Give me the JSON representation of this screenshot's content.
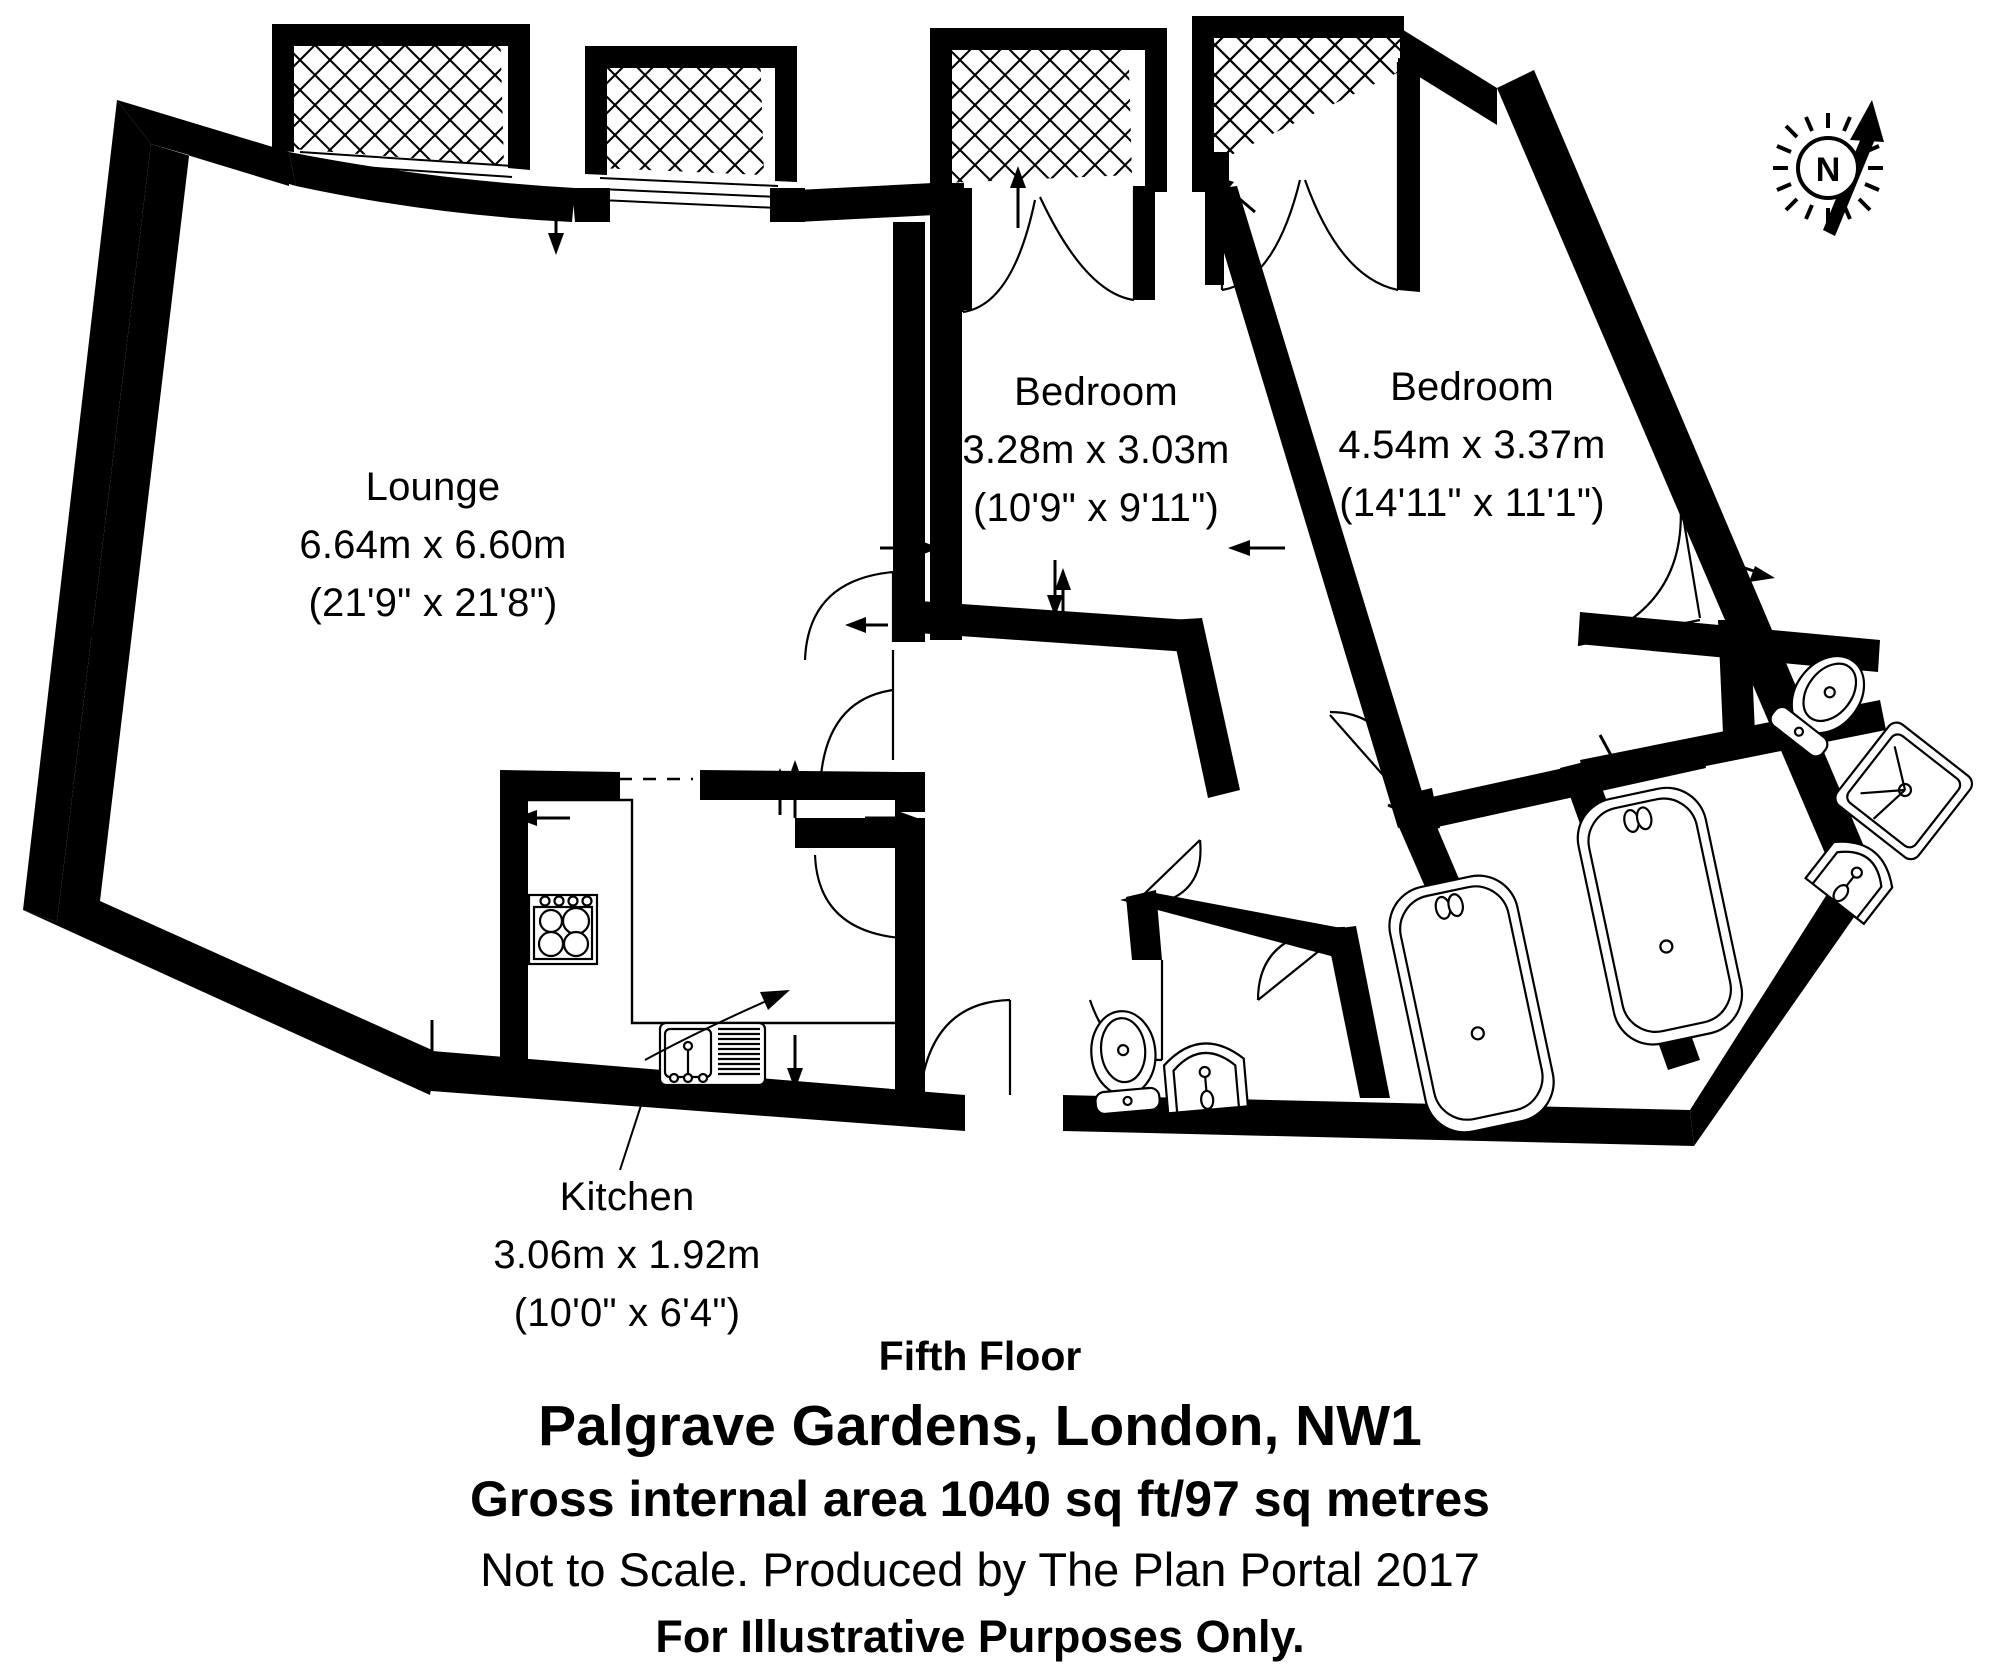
{
  "document": {
    "type": "floor-plan",
    "floor": "Fifth Floor",
    "address": "Palgrave Gardens, London, NW1",
    "area": "Gross internal area 1040 sq ft/97 sq metres",
    "scale_note": "Not to Scale. Produced by The Plan Portal 2017",
    "disclaimer": "For Illustrative Purposes Only."
  },
  "compass": {
    "label": "N",
    "name": "north-arrow"
  },
  "rooms": [
    {
      "id": "lounge",
      "name": "Lounge",
      "metric": "6.64m x 6.60m",
      "imperial": "(21'9\" x 21'8\")"
    },
    {
      "id": "bedroom-1",
      "name": "Bedroom",
      "metric": "3.28m x 3.03m",
      "imperial": "(10'9\" x 9'11\")"
    },
    {
      "id": "bedroom-2",
      "name": "Bedroom",
      "metric": "4.54m x 3.37m",
      "imperial": "(14'11\" x 11'1\")"
    },
    {
      "id": "kitchen",
      "name": "Kitchen",
      "metric": "3.06m x 1.92m",
      "imperial": "(10'0\" x 6'4\")"
    }
  ],
  "fixtures": [
    "hob",
    "sink-with-drainer",
    "bath",
    "bath",
    "toilet",
    "toilet",
    "wash-basin",
    "wash-basin",
    "shower-tray"
  ],
  "colors": {
    "wall": "#000000",
    "background": "#ffffff",
    "text": "#000000"
  }
}
